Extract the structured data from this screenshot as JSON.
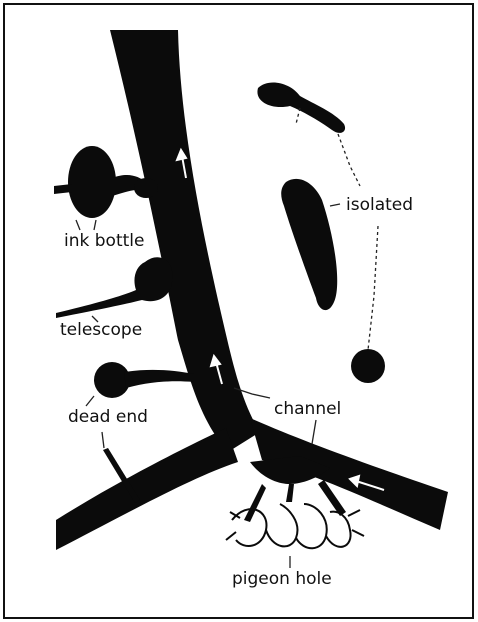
{
  "labels": {
    "ink_bottle": "ink bottle",
    "telescope": "telescope",
    "dead_end": "dead end",
    "isolated": "isolated",
    "channel": "channel",
    "pigeon_hole": "pigeon hole"
  },
  "colors": {
    "ink": "#0b0b0b",
    "paper": "#ffffff",
    "border": "#111111",
    "arrow": "#ffffff"
  }
}
